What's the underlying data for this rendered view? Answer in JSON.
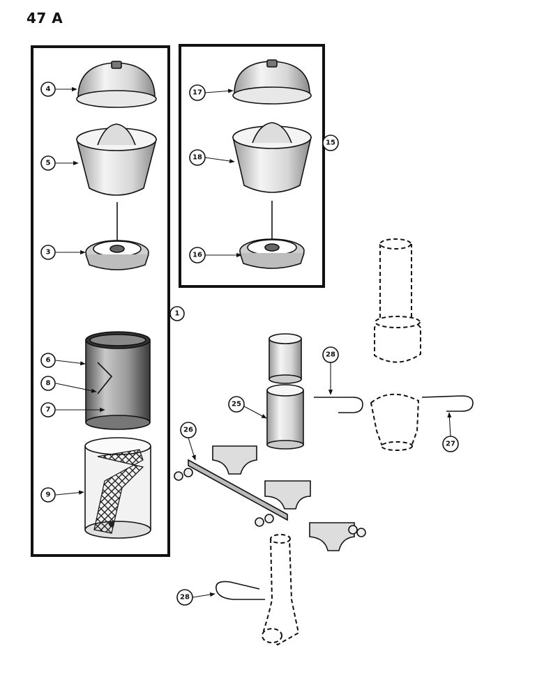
{
  "page": {
    "number": "47 A"
  },
  "callouts": {
    "c1": "1",
    "c3": "3",
    "c4": "4",
    "c5": "5",
    "c6": "6",
    "c7": "7",
    "c8": "8",
    "c9": "9",
    "c15": "15",
    "c16": "16",
    "c17": "17",
    "c18": "18",
    "c25": "25",
    "c26": "26",
    "c27": "27",
    "c28a": "28",
    "c28b": "28"
  },
  "colors": {
    "ink": "#111111",
    "paper": "#ffffff",
    "shade": "#555555"
  }
}
